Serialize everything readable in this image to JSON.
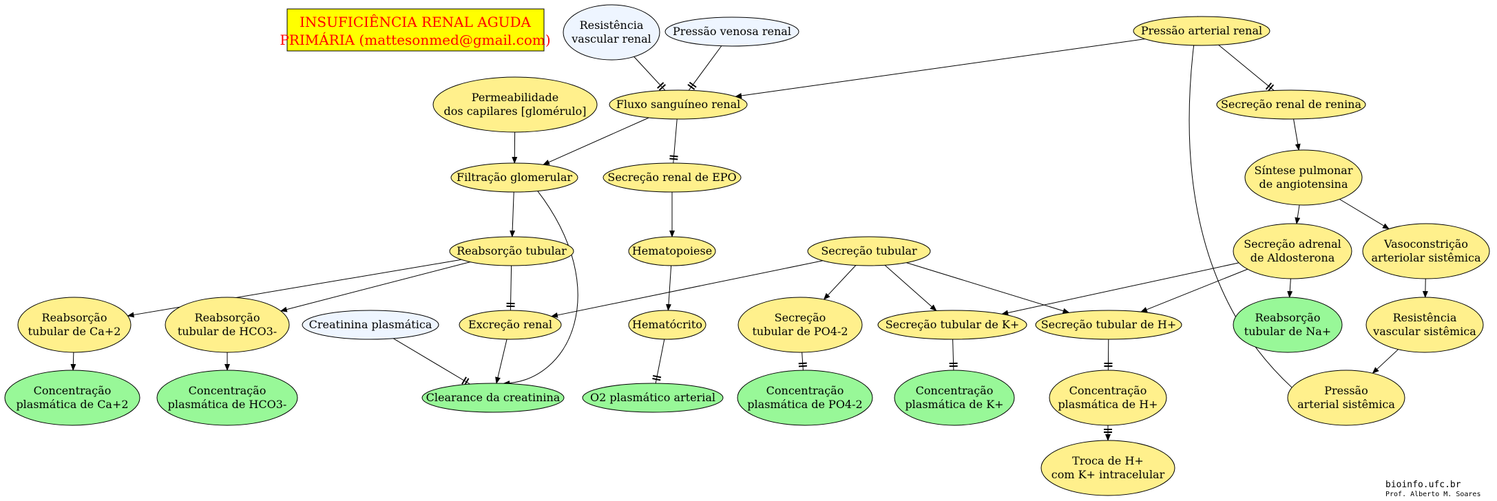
{
  "title": {
    "line1": "INSUFICIÊNCIA RENAL AGUDA",
    "line2": "PRIMÁRIA (mattesonmed@gmail.com)"
  },
  "credits": {
    "site": "bioinfo.ufc.br",
    "author": "Prof. Alberto M. Soares"
  },
  "colors": {
    "yellow": "#fff08c",
    "green": "#98f898",
    "blue": "#eef5ff",
    "title_bg": "#ffff00",
    "title_text": "#ff0000"
  },
  "nodes": [
    {
      "id": "resistencia-vascular-renal",
      "lines": [
        "Resistência",
        "vascular renal"
      ],
      "color": "blue"
    },
    {
      "id": "pressao-venosa-renal",
      "lines": [
        "Pressão venosa renal"
      ],
      "color": "blue"
    },
    {
      "id": "pressao-arterial-renal",
      "lines": [
        "Pressão arterial renal"
      ],
      "color": "yellow"
    },
    {
      "id": "permeabilidade-capilares",
      "lines": [
        "Permeabilidade",
        "dos capilares [glomérulo]"
      ],
      "color": "yellow"
    },
    {
      "id": "fluxo-sanguineo-renal",
      "lines": [
        "Fluxo sanguíneo renal"
      ],
      "color": "yellow"
    },
    {
      "id": "secrecao-renal-renina",
      "lines": [
        "Secreção renal de renina"
      ],
      "color": "yellow"
    },
    {
      "id": "filtracao-glomerular",
      "lines": [
        "Filtração glomerular"
      ],
      "color": "yellow"
    },
    {
      "id": "secrecao-renal-epo",
      "lines": [
        "Secreção renal de EPO"
      ],
      "color": "yellow"
    },
    {
      "id": "sintese-angiotensina",
      "lines": [
        "Síntese pulmonar",
        "de angiotensina"
      ],
      "color": "yellow"
    },
    {
      "id": "reabsorcao-tubular",
      "lines": [
        "Reabsorção tubular"
      ],
      "color": "yellow"
    },
    {
      "id": "hematopoiese",
      "lines": [
        "Hematopoiese"
      ],
      "color": "yellow"
    },
    {
      "id": "secrecao-tubular",
      "lines": [
        "Secreção tubular"
      ],
      "color": "yellow"
    },
    {
      "id": "secrecao-aldosterona",
      "lines": [
        "Secreção adrenal",
        "de Aldosterona"
      ],
      "color": "yellow"
    },
    {
      "id": "vasoconstricao",
      "lines": [
        "Vasoconstrição",
        "arteriolar sistêmica"
      ],
      "color": "yellow"
    },
    {
      "id": "reabsorcao-ca",
      "lines": [
        "Reabsorção",
        "tubular de Ca+2"
      ],
      "color": "yellow"
    },
    {
      "id": "reabsorcao-hco3",
      "lines": [
        "Reabsorção",
        "tubular de HCO3-"
      ],
      "color": "yellow"
    },
    {
      "id": "creatinina-plasmatica",
      "lines": [
        "Creatinina plasmática"
      ],
      "color": "blue"
    },
    {
      "id": "excrecao-renal",
      "lines": [
        "Excreção renal"
      ],
      "color": "yellow"
    },
    {
      "id": "hematocrito",
      "lines": [
        "Hematócrito"
      ],
      "color": "yellow"
    },
    {
      "id": "secrecao-po4",
      "lines": [
        "Secreção",
        "tubular de PO4-2"
      ],
      "color": "yellow"
    },
    {
      "id": "secrecao-k",
      "lines": [
        "Secreção tubular de K+"
      ],
      "color": "yellow"
    },
    {
      "id": "secrecao-h",
      "lines": [
        "Secreção tubular de H+"
      ],
      "color": "yellow"
    },
    {
      "id": "reabsorcao-na",
      "lines": [
        "Reabsorção",
        "tubular de Na+"
      ],
      "color": "green"
    },
    {
      "id": "resistencia-vascular-sistemica",
      "lines": [
        "Resistência",
        "vascular sistêmica"
      ],
      "color": "yellow"
    },
    {
      "id": "concentracao-ca",
      "lines": [
        "Concentração",
        "plasmática de Ca+2"
      ],
      "color": "green"
    },
    {
      "id": "concentracao-hco3",
      "lines": [
        "Concentração",
        "plasmática de HCO3-"
      ],
      "color": "green"
    },
    {
      "id": "clearance-creatinina",
      "lines": [
        "Clearance da creatinina"
      ],
      "color": "green"
    },
    {
      "id": "o2-plasmatico",
      "lines": [
        "O2 plasmático arterial"
      ],
      "color": "green"
    },
    {
      "id": "concentracao-po4",
      "lines": [
        "Concentração",
        "plasmática de PO4-2"
      ],
      "color": "green"
    },
    {
      "id": "concentracao-k",
      "lines": [
        "Concentração",
        "plasmática de K+"
      ],
      "color": "green"
    },
    {
      "id": "concentracao-h",
      "lines": [
        "Concentração",
        "plasmática de H+"
      ],
      "color": "yellow"
    },
    {
      "id": "pressao-arterial-sistemica",
      "lines": [
        "Pressão",
        "arterial sistêmica"
      ],
      "color": "yellow"
    },
    {
      "id": "troca-h-k",
      "lines": [
        "Troca de H+",
        "com K+ intracelular"
      ],
      "color": "yellow"
    }
  ],
  "edges": [
    {
      "from": "resistencia-vascular-renal",
      "to": "fluxo-sanguineo-renal",
      "type": "inhibit"
    },
    {
      "from": "pressao-venosa-renal",
      "to": "fluxo-sanguineo-renal",
      "type": "inhibit"
    },
    {
      "from": "pressao-arterial-renal",
      "to": "fluxo-sanguineo-renal",
      "type": "arrow"
    },
    {
      "from": "pressao-arterial-renal",
      "to": "secrecao-renal-renina",
      "type": "inhibit"
    },
    {
      "from": "permeabilidade-capilares",
      "to": "filtracao-glomerular",
      "type": "arrow"
    },
    {
      "from": "fluxo-sanguineo-renal",
      "to": "filtracao-glomerular",
      "type": "arrow"
    },
    {
      "from": "fluxo-sanguineo-renal",
      "to": "secrecao-renal-epo",
      "type": "inhibit"
    },
    {
      "from": "secrecao-renal-renina",
      "to": "sintese-angiotensina",
      "type": "arrow"
    },
    {
      "from": "filtracao-glomerular",
      "to": "reabsorcao-tubular",
      "type": "arrow"
    },
    {
      "from": "filtracao-glomerular",
      "to": "clearance-creatinina",
      "type": "arrow"
    },
    {
      "from": "secrecao-renal-epo",
      "to": "hematopoiese",
      "type": "arrow"
    },
    {
      "from": "sintese-angiotensina",
      "to": "secrecao-aldosterona",
      "type": "arrow"
    },
    {
      "from": "sintese-angiotensina",
      "to": "vasoconstricao",
      "type": "arrow"
    },
    {
      "from": "reabsorcao-tubular",
      "to": "reabsorcao-ca",
      "type": "arrow"
    },
    {
      "from": "reabsorcao-tubular",
      "to": "reabsorcao-hco3",
      "type": "arrow"
    },
    {
      "from": "reabsorcao-tubular",
      "to": "excrecao-renal",
      "type": "inhibit"
    },
    {
      "from": "hematopoiese",
      "to": "hematocrito",
      "type": "arrow"
    },
    {
      "from": "secrecao-tubular",
      "to": "excrecao-renal",
      "type": "arrow"
    },
    {
      "from": "secrecao-tubular",
      "to": "secrecao-po4",
      "type": "arrow"
    },
    {
      "from": "secrecao-tubular",
      "to": "secrecao-k",
      "type": "arrow"
    },
    {
      "from": "secrecao-tubular",
      "to": "secrecao-h",
      "type": "arrow"
    },
    {
      "from": "secrecao-aldosterona",
      "to": "secrecao-k",
      "type": "arrow"
    },
    {
      "from": "secrecao-aldosterona",
      "to": "secrecao-h",
      "type": "arrow"
    },
    {
      "from": "secrecao-aldosterona",
      "to": "reabsorcao-na",
      "type": "arrow"
    },
    {
      "from": "vasoconstricao",
      "to": "resistencia-vascular-sistemica",
      "type": "arrow"
    },
    {
      "from": "reabsorcao-ca",
      "to": "concentracao-ca",
      "type": "arrow"
    },
    {
      "from": "reabsorcao-hco3",
      "to": "concentracao-hco3",
      "type": "arrow"
    },
    {
      "from": "creatinina-plasmatica",
      "to": "clearance-creatinina",
      "type": "inhibit"
    },
    {
      "from": "excrecao-renal",
      "to": "clearance-creatinina",
      "type": "arrow"
    },
    {
      "from": "hematocrito",
      "to": "o2-plasmatico",
      "type": "inhibit"
    },
    {
      "from": "secrecao-po4",
      "to": "concentracao-po4",
      "type": "inhibit"
    },
    {
      "from": "secrecao-k",
      "to": "concentracao-k",
      "type": "inhibit"
    },
    {
      "from": "secrecao-h",
      "to": "concentracao-h",
      "type": "inhibit"
    },
    {
      "from": "resistencia-vascular-sistemica",
      "to": "pressao-arterial-sistemica",
      "type": "arrow"
    },
    {
      "from": "pressao-arterial-sistemica",
      "to": "pressao-arterial-renal",
      "type": "arrow"
    },
    {
      "from": "concentracao-h",
      "to": "troca-h-k",
      "type": "arrow"
    },
    {
      "from": "troca-h-k",
      "to": "concentracao-h",
      "type": "inhibit"
    }
  ]
}
